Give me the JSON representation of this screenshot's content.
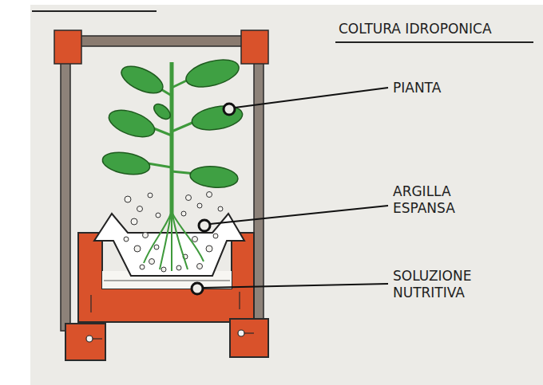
{
  "diagram": {
    "title": "COLTURA IDROPONICA",
    "labels": [
      "PIANTA",
      "ARGILLA ESPANSA",
      "SOLUZIONE NUTRITIVA"
    ]
  }
}
